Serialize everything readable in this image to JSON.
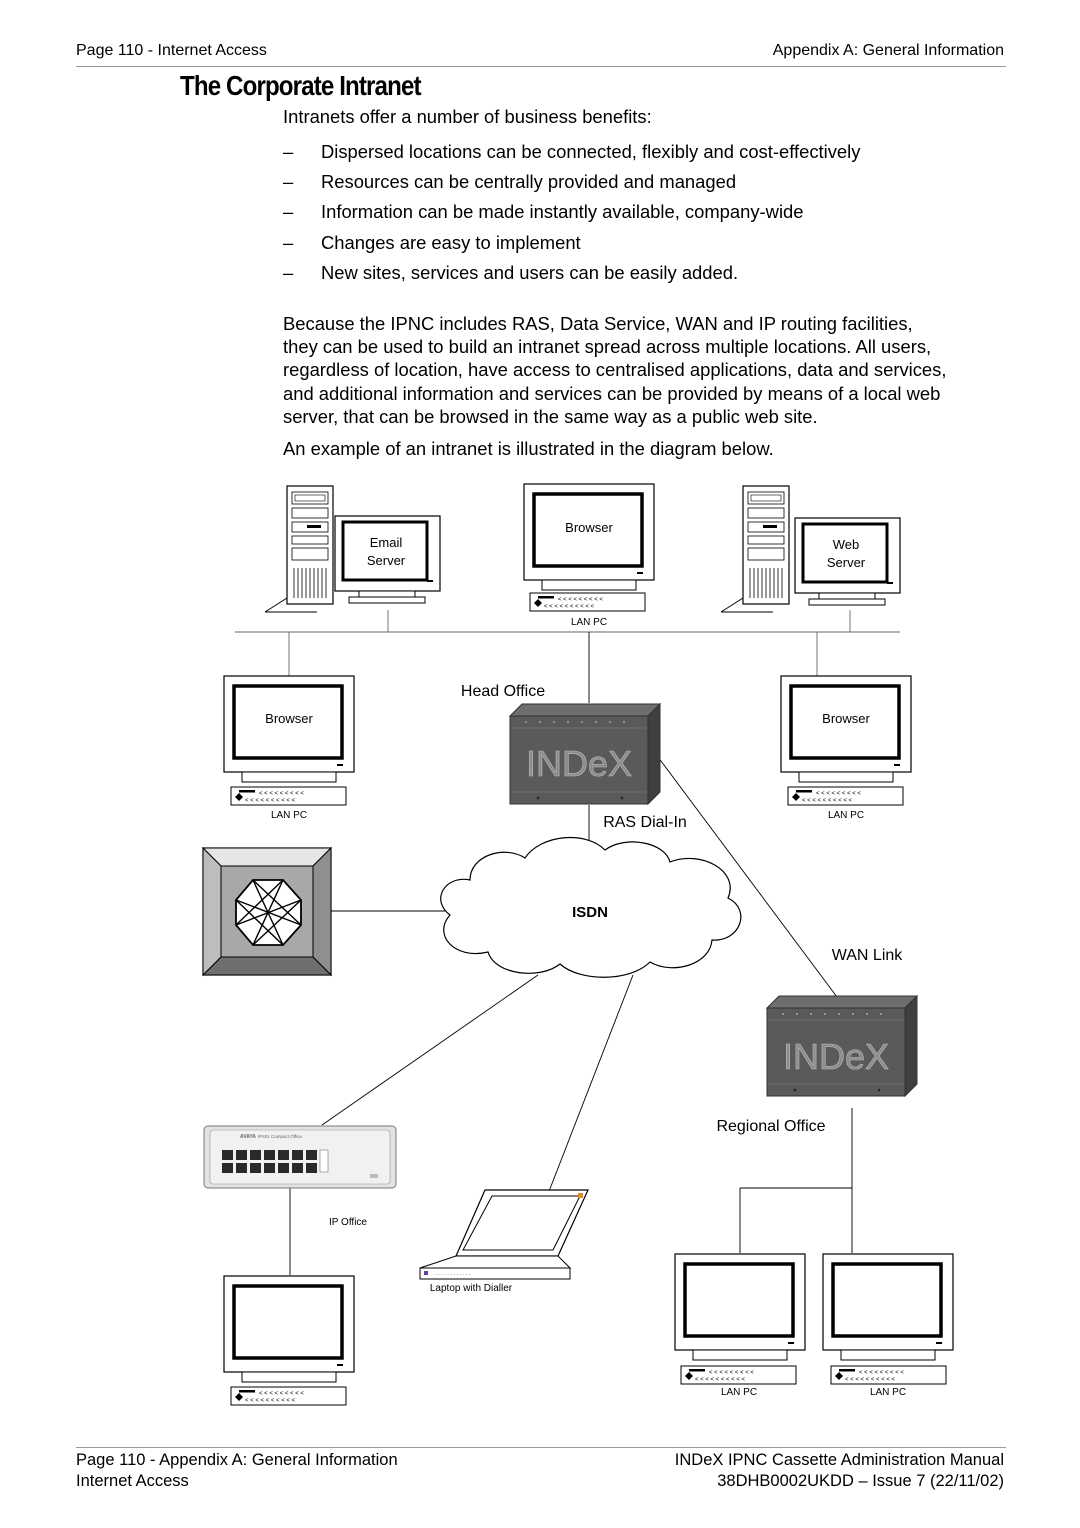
{
  "header": {
    "left": "Page 110 - Internet Access",
    "right": "Appendix A: General Information"
  },
  "title": "The Corporate Intranet",
  "intro": "Intranets offer a number of business benefits:",
  "bullets": [
    {
      "dash": "–",
      "text": "Dispersed locations can be connected, flexibly and cost-effectively"
    },
    {
      "dash": "–",
      "text": "Resources can be centrally provided and managed"
    },
    {
      "dash": "–",
      "text": "Information can be made instantly available, company-wide"
    },
    {
      "dash": "–",
      "text": "Changes are easy to implement"
    },
    {
      "dash": "–",
      "text": "New sites, services and users can be easily added."
    }
  ],
  "paragraph_lines": [
    "Because the IPNC includes RAS, Data Service, WAN and IP routing facilities,",
    "they can be used to build an intranet spread across multiple locations. All users,",
    "regardless of location, have access to centralised applications, data and services,",
    "and additional information and services can be provided by means of a local web",
    "server, that can be browsed in the same way as a public web site."
  ],
  "example_line": "An example of an intranet is illustrated in the diagram below.",
  "diagram": {
    "email_server": [
      "Email",
      "Server"
    ],
    "browser": "Browser",
    "web_server": [
      "Web",
      "Server"
    ],
    "lan_pc": "LAN PC",
    "head_office": "Head Office",
    "ras_dial_in": "RAS Dial-In",
    "isdn": "ISDN",
    "wan_link": "WAN Link",
    "regional_office": "Regional Office",
    "ip_office": "IP Office",
    "laptop": "Laptop with Dialler",
    "index_logo": "INDeX",
    "ipo_brand": "AVAYA",
    "ipo_model": "IP401 Compact Office"
  },
  "footer": {
    "left_line1": "Page 110 - Appendix A: General Information",
    "left_line2": "Internet Access",
    "right_line1": "INDeX IPNC Cassette Administration Manual",
    "right_line2": "38DHB0002UKDD – Issue 7 (22/11/02)"
  }
}
